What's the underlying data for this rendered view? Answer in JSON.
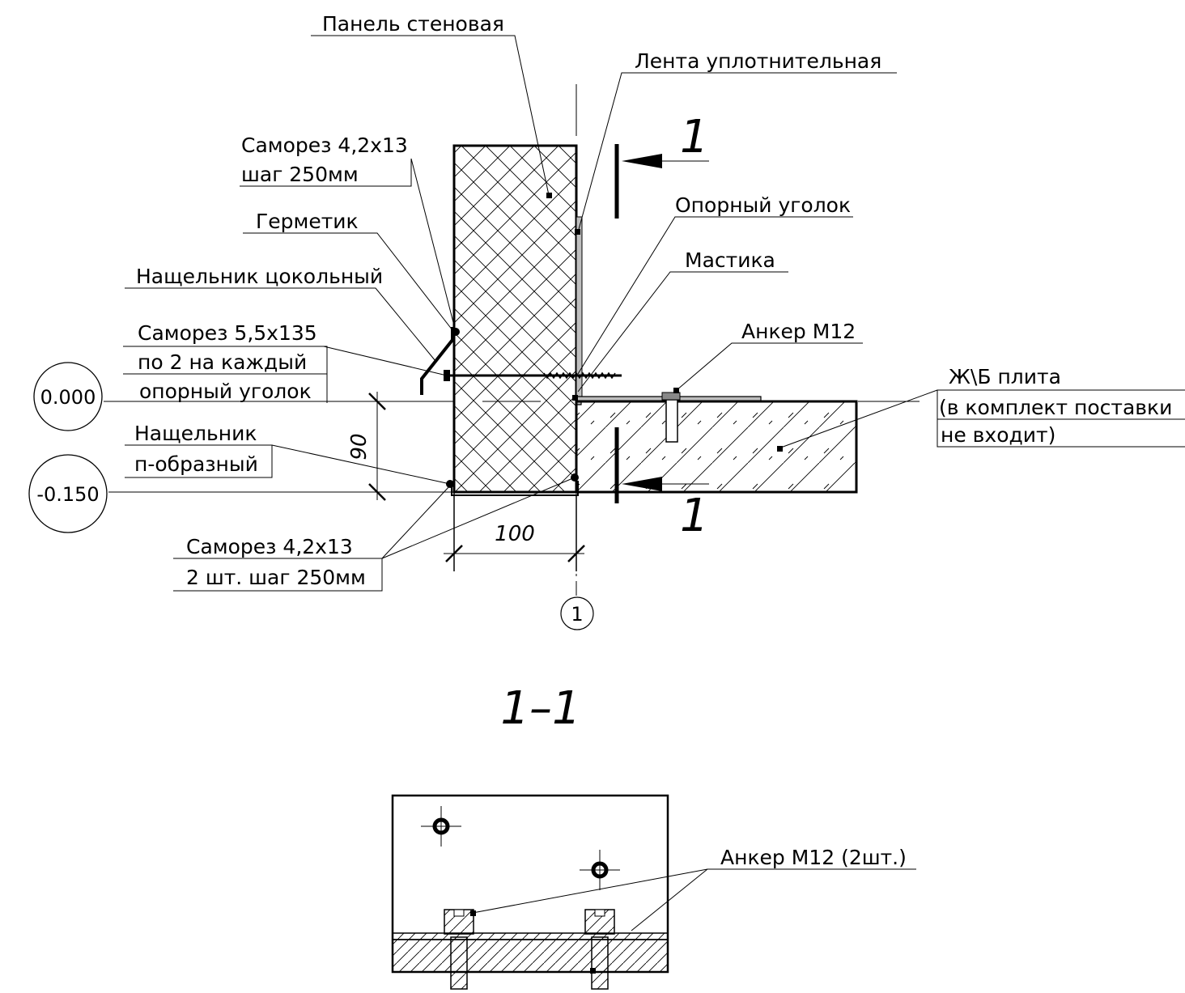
{
  "labels": {
    "wall_panel": "Панель стеновая",
    "sealing_tape": "Лента уплотнительная",
    "screw_a_1": "Саморез 4,2х13",
    "screw_a_2": "шаг 250мм",
    "support_angle": "Опорный уголок",
    "sealant": "Герметик",
    "mastic": "Мастика",
    "plinth_flashing": "Нащельник цокольный",
    "anchor": "Анкер М12",
    "screw_b_1": "Саморез 5,5х135",
    "screw_b_2": "по 2 на каждый",
    "screw_b_3": "опорный уголок",
    "slab_1": "Ж\\Б плита",
    "slab_2": "(в комплект поставки",
    "slab_3": " не входит)",
    "flashing_p_1": "Нащельник",
    "flashing_p_2": "п-образный",
    "screw_c_1": "Саморез 4,2х13",
    "screw_c_2": "2 шт. шаг 250мм",
    "anchor_2pcs": "Анкер М12 (2шт.)"
  },
  "levels": {
    "zero": "0.000",
    "minus": "-0.150"
  },
  "dimensions": {
    "height": "90",
    "width": "100"
  },
  "section": {
    "mark": "1",
    "title": "1–1"
  },
  "axis": {
    "mark": "1"
  }
}
